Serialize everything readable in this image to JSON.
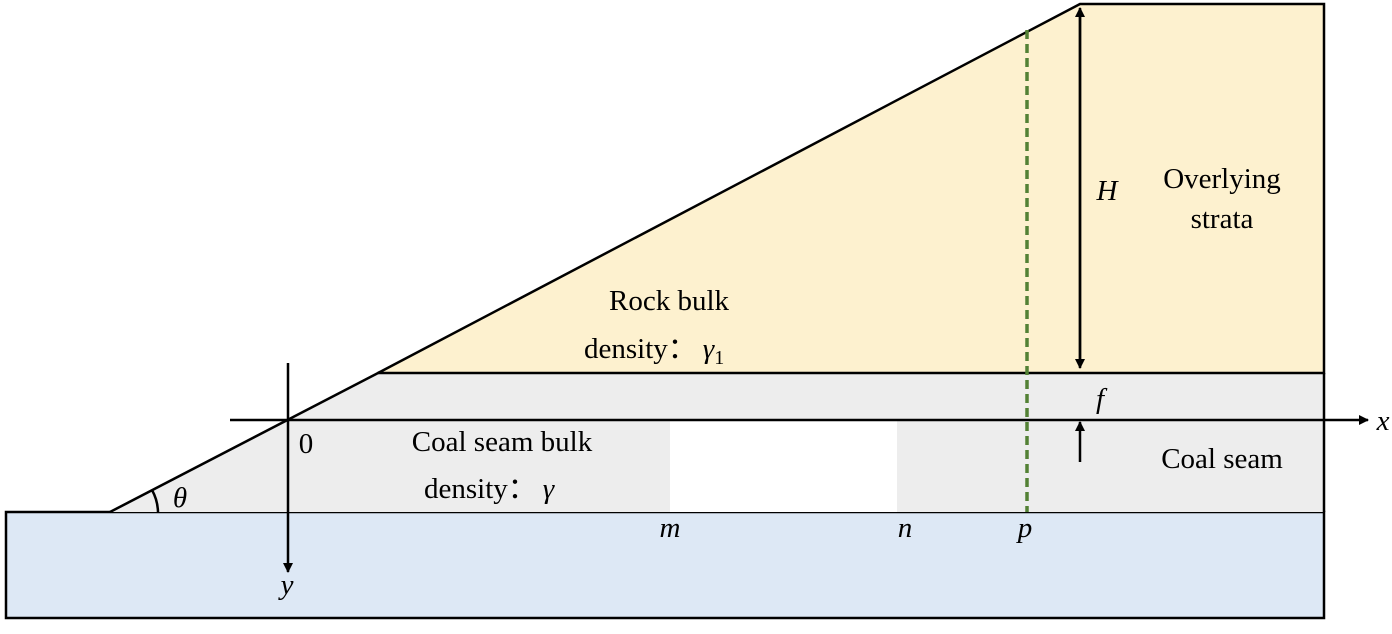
{
  "colors": {
    "overlying_strata": "#fdf1cf",
    "coal_seam": "#ededed",
    "floor": "#dde8f5",
    "goaf": "#ffffff",
    "outline": "#000000",
    "section_line": "#538135"
  },
  "labels": {
    "overlying_strata_line1": "Overlying",
    "overlying_strata_line2": "strata",
    "rock_density_line1": "Rock bulk",
    "rock_density_line2": "density：",
    "rock_density_symbol": "γ",
    "rock_density_subscript": "1",
    "coal_density_line1": "Coal seam bulk",
    "coal_density_line2": "density：",
    "coal_density_symbol": "γ",
    "coal_seam": "Coal seam",
    "height": "H",
    "thickness": "f",
    "angle": "θ",
    "origin": "0",
    "x_axis": "x",
    "y_axis": "y",
    "point_m": "m",
    "point_n": "n",
    "point_p": "p"
  }
}
